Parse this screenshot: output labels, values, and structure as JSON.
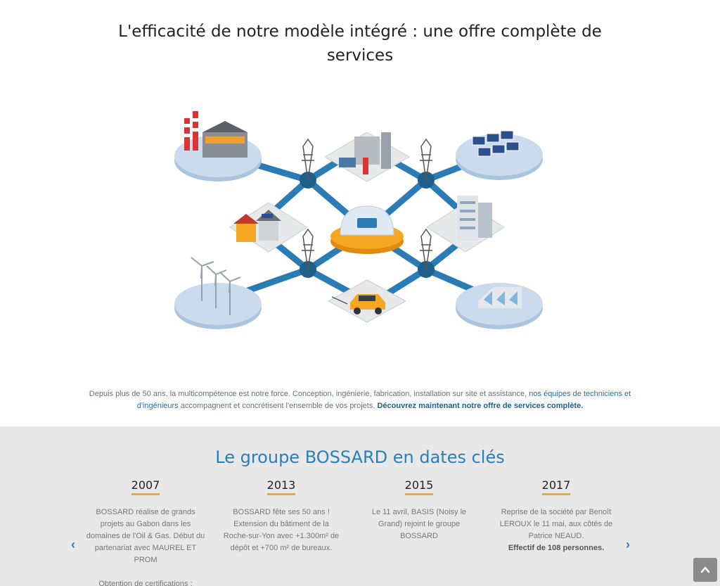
{
  "page": {
    "title": "L'efficacité de notre modèle intégré : une offre complète de services"
  },
  "intro": {
    "text_before": "Depuis plus de 50 ans, la multicompétence est notre force. Conception, ingénierie, fabrication, installation sur site et assistance, ",
    "link_text": "nos équipes de techniciens et d'ingénieurs",
    "text_after": " accompagnent et concrétisent l'ensemble de vos projets. ",
    "cta_text": "Découvrez maintenant notre offre de services complète."
  },
  "dates": {
    "title": "Le groupe BOSSARD en dates clés",
    "items": [
      {
        "year": "2007",
        "text": "BOSSARD réalise de grands projets au Gabon dans les domaines de l'Oil & Gas. Début du partenariat avec MAUREL ET PROM",
        "extra": "Obtention de certifications :"
      },
      {
        "year": "2013",
        "text": "BOSSARD fête ses 50 ans ! Extension du bâtiment de la Roche-sur-Yon avec +1.300m² de dépôt et +700 m² de bureaux."
      },
      {
        "year": "2015",
        "text": "Le 11 avril, BASIS (Noisy le Grand) rejoint le groupe BOSSARD"
      },
      {
        "year": "2017",
        "text": "Reprise de la société par Benoît LEROUX le 11 mai, aux côtés de Patrice NEAUD.",
        "bold": "Effectif de 108 personnes."
      }
    ],
    "prev_arrow": "‹",
    "next_arrow": "›"
  },
  "colors": {
    "accent_blue": "#2a7fb8",
    "underline_orange": "#f5a623",
    "section_gray": "#e8e8e8"
  },
  "icons": {
    "scroll_top": "chevron-up-icon"
  }
}
